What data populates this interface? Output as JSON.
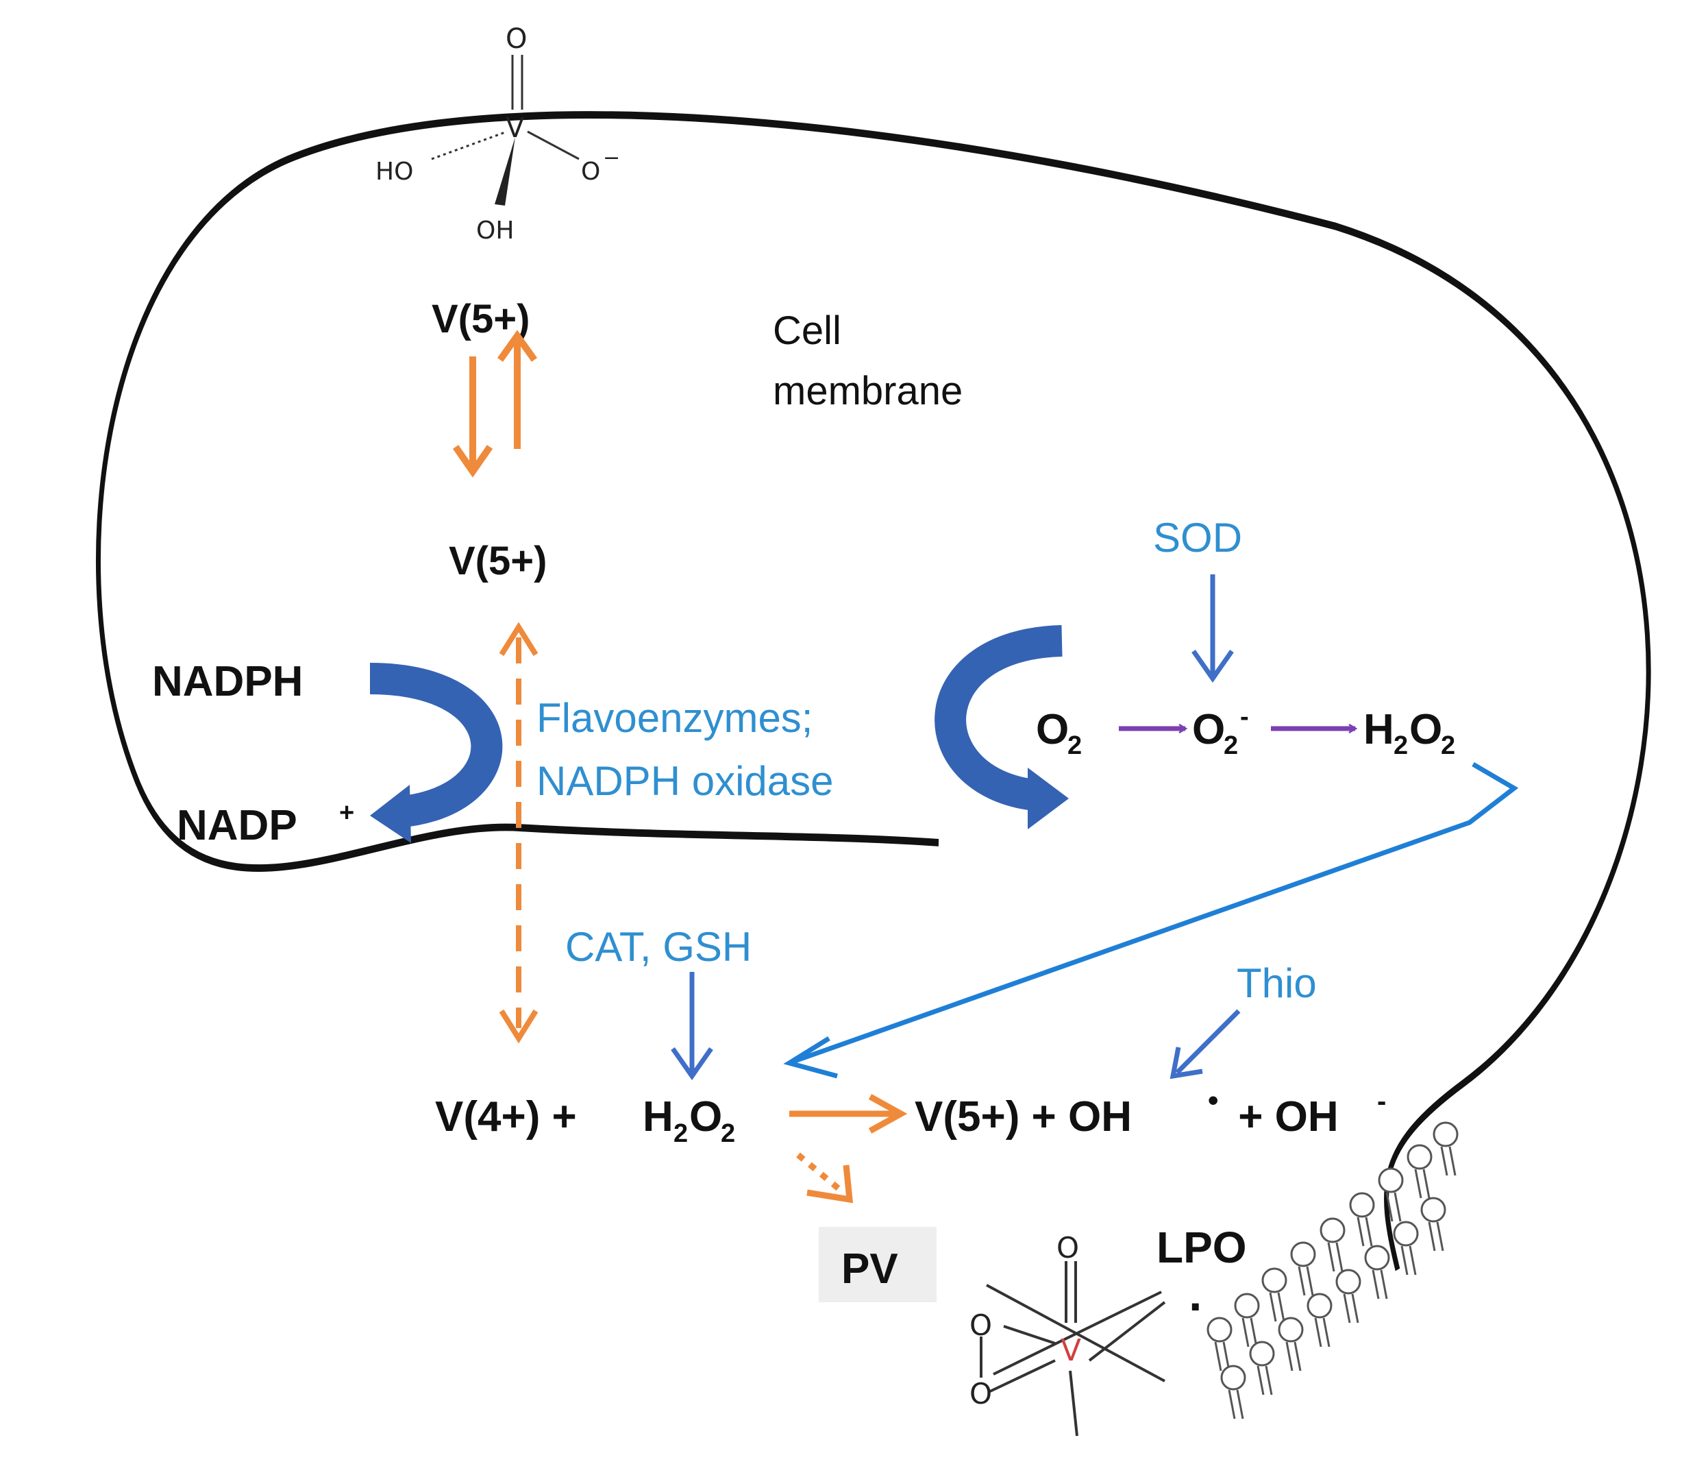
{
  "colors": {
    "outline": "#111111",
    "orange_arrow": "#ef8a3b",
    "enzyme_text": "#2f8fd0",
    "thick_arrow": "#3563b3",
    "purple_arrow": "#7b3fb3",
    "blue_line": "#1f7fd6",
    "vanadium_red": "#d04040",
    "pv_box": "#eeeeee"
  },
  "vanadate": {
    "o_top": "O",
    "v": "V",
    "ho": "HO",
    "o_minus": "O",
    "minus": "−",
    "oh": "OH"
  },
  "labels": {
    "v5_outside": "V(5+)",
    "cell": "Cell",
    "membrane": "membrane",
    "v5_inside": "V(5+)",
    "sod": "SOD",
    "nadph": "NADPH",
    "nadp": "NADP",
    "plus_sup": "+",
    "flavo1": "Flavoenzymes;",
    "flavo2": "NADPH oxidase",
    "cat_gsh": "CAT, GSH",
    "thio": "Thio",
    "pv": "PV",
    "lpo": "LPO",
    "dot": "·"
  },
  "species": {
    "o2": {
      "base": "O",
      "sub": "2"
    },
    "superoxide": {
      "base": "O",
      "sub": "2",
      "sup": "-"
    },
    "h2o2_top": {
      "h": "H",
      "h_sub": "2",
      "o": "O",
      "o_sub": "2"
    }
  },
  "reaction": {
    "left_v": "V(4+) + ",
    "h2o2": {
      "h": "H",
      "h_sub": "2",
      "o": "O",
      "o_sub": "2"
    },
    "right_v": "V(5+) + OH",
    "radical": "•",
    "right_tail": " + OH",
    "minus": "-"
  },
  "peroxo": {
    "o_top": "O",
    "o_a": "O",
    "o_b": "O",
    "v": "V"
  }
}
